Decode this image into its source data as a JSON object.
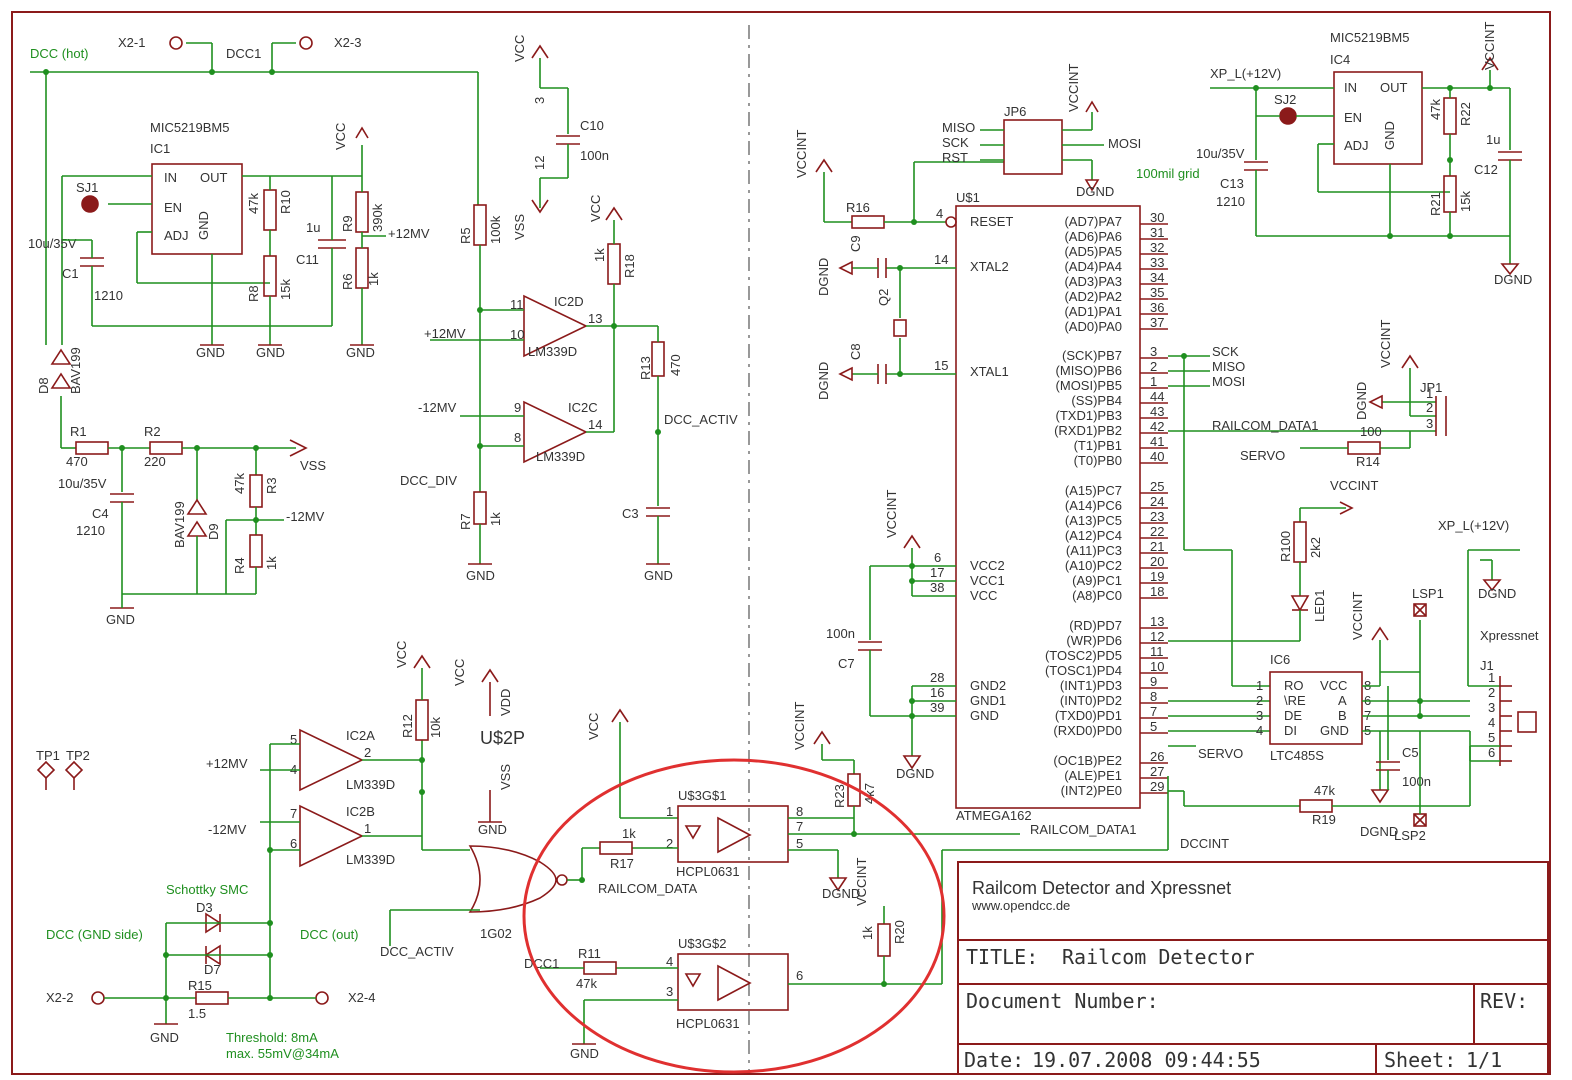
{
  "title_block": {
    "project": "Railcom Detector and Xpressnet",
    "url": "www.opendcc.de",
    "title_label": "TITLE:",
    "title_value": "Railcom Detector",
    "doc_label": "Document Number:",
    "rev_label": "REV:",
    "date_label": "Date:",
    "date_value": "19.07.2008 09:44:55",
    "sheet_label": "Sheet:",
    "sheet_value": "1/1"
  },
  "nets": {
    "dcc_hot": "DCC (hot)",
    "dcc1": "DCC1",
    "dcc_gnd_side": "DCC (GND side)",
    "dcc_out": "DCC (out)",
    "dcc_activ": "DCC_ACTIV",
    "dcc_div": "DCC_DIV",
    "dccint": "DCCINT",
    "railcom_data": "RAILCOM_DATA",
    "railcom_data1": "RAILCOM_DATA1",
    "p12mv": "+12MV",
    "m12mv": "-12MV",
    "vcc": "VCC",
    "vss": "VSS",
    "vdd": "VDD",
    "gnd": "GND",
    "vccint": "VCCINT",
    "dgnd": "DGND",
    "xp_l": "XP_L(+12V)",
    "sck": "SCK",
    "miso": "MISO",
    "mosi": "MOSI",
    "rst": "RST",
    "servo": "SERVO",
    "xpressnet": "Xpressnet",
    "grid_note": "100mil grid",
    "schottky": "Schottky SMC",
    "threshold1": "Threshold: 8mA",
    "threshold2": "max. 55mV@34mA"
  },
  "connectors": {
    "x2_1": "X2-1",
    "x2_2": "X2-2",
    "x2_3": "X2-3",
    "x2_4": "X2-4",
    "tp1": "TP1",
    "tp2": "TP2",
    "lsp1": "LSP1",
    "lsp2": "LSP2",
    "jp1": "JP1",
    "jp6": "JP6",
    "j1": "J1"
  },
  "parts": {
    "ic1": "IC1",
    "ic4": "IC4",
    "mic": "MIC5219BM5",
    "ic2a": "IC2A",
    "ic2b": "IC2B",
    "ic2c": "IC2C",
    "ic2d": "IC2D",
    "lm339": "LM339D",
    "ic6": "IC6",
    "ltc": "LTC485S",
    "u1": "U$1",
    "atmega": "ATMEGA162",
    "u2p": "U$2P",
    "u3g1": "U$3G$1",
    "u3g2": "U$3G$2",
    "hcpl": "HCPL0631",
    "ig02": "1G02",
    "sj1": "SJ1",
    "sj2": "SJ2",
    "q2": "Q2",
    "d3": "D3",
    "d7": "D7",
    "d8": "D8",
    "d9": "D9",
    "bav": "BAV199",
    "led1": "LED1",
    "r1": "R1",
    "r1v": "470",
    "r2": "R2",
    "r2v": "220",
    "r3": "R3",
    "r3v": "47k",
    "r4": "R4",
    "r4v": "1k",
    "r5": "R5",
    "r5v": "100k",
    "r6": "R6",
    "r6v": "1k",
    "r7": "R7",
    "r7v": "1k",
    "r8": "R8",
    "r8v": "15k",
    "r9": "R9",
    "r9v": "390k",
    "r10": "R10",
    "r10v": "47k",
    "r11": "R11",
    "r11v": "47k",
    "r12": "R12",
    "r12v": "10k",
    "r13": "R13",
    "r13v": "470",
    "r14": "R14",
    "r14v": "100",
    "r15": "R15",
    "r15v": "1.5",
    "r16": "R16",
    "r17": "R17",
    "r17v": "1k",
    "r18": "R18",
    "r18v": "1k",
    "r19": "R19",
    "r19v": "47k",
    "r20": "R20",
    "r20v": "1k",
    "r21": "R21",
    "r21v": "15k",
    "r22": "R22",
    "r22v": "47k",
    "r23": "R23",
    "r23v": "4k7",
    "r100": "R100",
    "r100v": "2k2",
    "c1": "C1",
    "c1v": "10u/35V",
    "c1p": "1210",
    "c3": "C3",
    "c4": "C4",
    "c4v": "10u/35V",
    "c4p": "1210",
    "c5": "C5",
    "c5v": "100n",
    "c7": "C7",
    "c7v": "100n",
    "c8": "C8",
    "c9": "C9",
    "c10": "C10",
    "c10v": "100n",
    "c11": "C11",
    "c11v": "1u",
    "c12": "C12",
    "c12v": "1u",
    "c13": "C13",
    "c13v": "10u/35V",
    "c13p": "1210"
  },
  "mcu_pins_right": [
    "(AD7)PA7",
    "(AD6)PA6",
    "(AD5)PA5",
    "(AD4)PA4",
    "(AD3)PA3",
    "(AD2)PA2",
    "(AD1)PA1",
    "(AD0)PA0",
    "(SCK)PB7",
    "(MISO)PB6",
    "(MOSI)PB5",
    "(SS)PB4",
    "(TXD1)PB3",
    "(RXD1)PB2",
    "(T1)PB1",
    "(T0)PB0",
    "(A15)PC7",
    "(A14)PC6",
    "(A13)PC5",
    "(A12)PC4",
    "(A11)PC3",
    "(A10)PC2",
    "(A9)PC1",
    "(A8)PC0",
    "(RD)PD7",
    "(WR)PD6",
    "(TOSC2)PD5",
    "(TOSC1)PD4",
    "(INT1)PD3",
    "(INT0)PD2",
    "(TXD0)PD1",
    "(RXD0)PD0",
    "(OC1B)PE2",
    "(ALE)PE1",
    "(INT2)PE0"
  ],
  "mcu_pin_nums": [
    "30",
    "31",
    "32",
    "33",
    "34",
    "35",
    "36",
    "37",
    "3",
    "2",
    "1",
    "44",
    "43",
    "42",
    "41",
    "40",
    "25",
    "24",
    "23",
    "22",
    "21",
    "20",
    "19",
    "18",
    "13",
    "12",
    "11",
    "10",
    "9",
    "8",
    "7",
    "5",
    "26",
    "27",
    "29"
  ],
  "mcu_left": {
    "reset": "RESET",
    "xtal2": "XTAL2",
    "xtal1": "XTAL1",
    "vcc2": "VCC2",
    "vcc1": "VCC1",
    "vcc": "VCC",
    "gnd2": "GND2",
    "gnd1": "GND1",
    "gnd": "GND"
  },
  "ltc_pins": {
    "ro": "RO",
    "re": "\\RE",
    "de": "DE",
    "di": "DI",
    "vcc": "VCC",
    "a": "A",
    "b": "B",
    "gnd": "GND"
  },
  "reg_pins": {
    "in": "IN",
    "out": "OUT",
    "en": "EN",
    "adj": "ADJ",
    "gnd": "GND"
  }
}
